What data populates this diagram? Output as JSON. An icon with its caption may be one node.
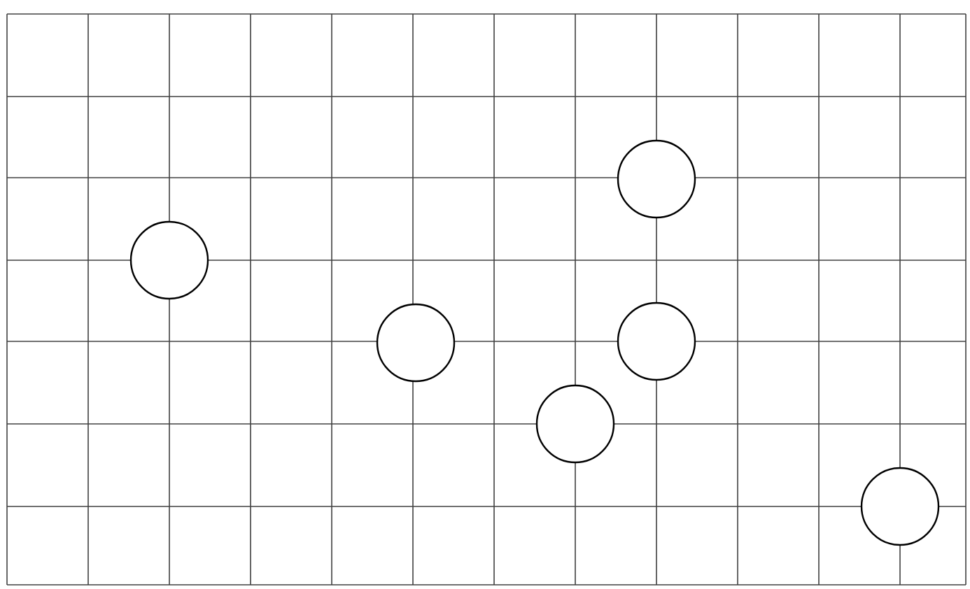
{
  "diagram": {
    "nodes": [
      {
        "text": [],
        "shape": "circle"
      },
      {
        "text": [],
        "shape": "circle"
      },
      {
        "text": [],
        "shape": "circle"
      },
      {
        "text": [],
        "shape": "circle"
      },
      {
        "text": [],
        "shape": "circle"
      },
      {
        "text": [],
        "shape": "circle"
      }
    ]
  }
}
